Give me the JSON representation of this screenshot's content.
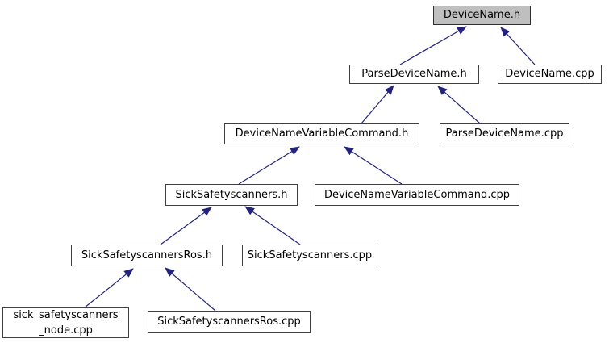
{
  "graph": {
    "kind": "include-dependency-graph",
    "background_color": "#ffffff",
    "edge_color": "#23237d",
    "node_border_color": "#3f3f3f",
    "node_fill_color": "#ffffff",
    "highlighted_node_fill_color": "#bfbfbf",
    "text_color": "#000000"
  },
  "nodes": [
    {
      "label": "DeviceName.h",
      "highlighted": true
    },
    {
      "label": "ParseDeviceName.h",
      "highlighted": false
    },
    {
      "label": "DeviceName.cpp",
      "highlighted": false
    },
    {
      "label": "DeviceNameVariableCommand.h",
      "highlighted": false
    },
    {
      "label": "ParseDeviceName.cpp",
      "highlighted": false
    },
    {
      "label": "SickSafetyscanners.h",
      "highlighted": false
    },
    {
      "label": "DeviceNameVariableCommand.cpp",
      "highlighted": false
    },
    {
      "label": "SickSafetyscannersRos.h",
      "highlighted": false
    },
    {
      "label": "SickSafetyscanners.cpp",
      "highlighted": false
    },
    {
      "label": "sick_safetyscanners_node.cpp",
      "highlighted": false,
      "display_lines": [
        "sick_safetyscanners",
        "_node.cpp"
      ]
    },
    {
      "label": "SickSafetyscannersRos.cpp",
      "highlighted": false
    }
  ],
  "edges": [
    {
      "from": "ParseDeviceName.h",
      "to": "DeviceName.h"
    },
    {
      "from": "DeviceName.cpp",
      "to": "DeviceName.h"
    },
    {
      "from": "DeviceNameVariableCommand.h",
      "to": "ParseDeviceName.h"
    },
    {
      "from": "ParseDeviceName.cpp",
      "to": "ParseDeviceName.h"
    },
    {
      "from": "SickSafetyscanners.h",
      "to": "DeviceNameVariableCommand.h"
    },
    {
      "from": "DeviceNameVariableCommand.cpp",
      "to": "DeviceNameVariableCommand.h"
    },
    {
      "from": "SickSafetyscannersRos.h",
      "to": "SickSafetyscanners.h"
    },
    {
      "from": "SickSafetyscanners.cpp",
      "to": "SickSafetyscanners.h"
    },
    {
      "from": "sick_safetyscanners_node.cpp",
      "to": "SickSafetyscannersRos.h"
    },
    {
      "from": "SickSafetyscannersRos.cpp",
      "to": "SickSafetyscannersRos.h"
    }
  ]
}
